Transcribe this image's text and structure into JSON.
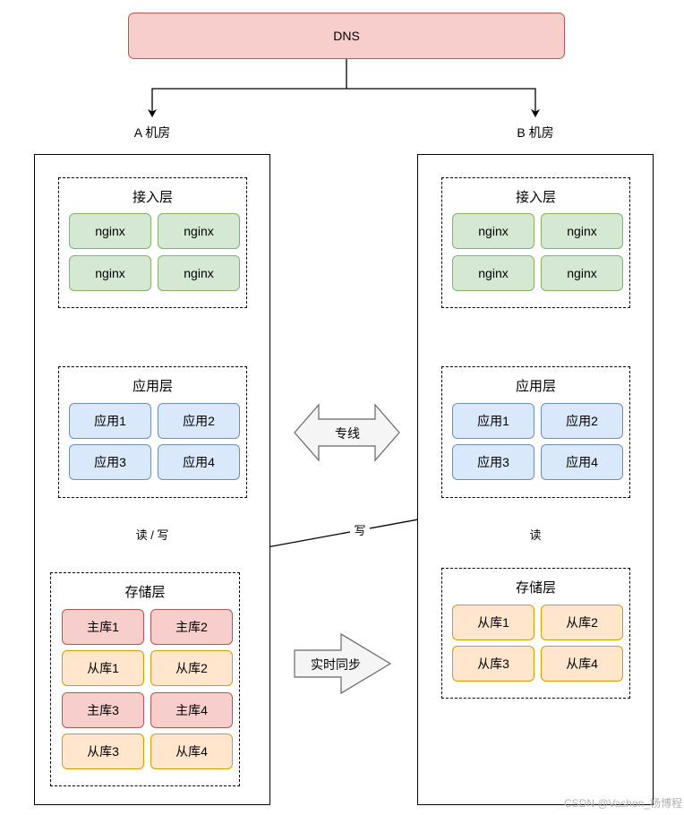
{
  "dns": {
    "label": "DNS"
  },
  "rooms": {
    "a": {
      "label": "A 机房"
    },
    "b": {
      "label": "B 机房"
    }
  },
  "room_a": {
    "access": {
      "title": "接入层",
      "items": [
        "nginx",
        "nginx",
        "nginx",
        "nginx"
      ]
    },
    "app": {
      "title": "应用层",
      "items": [
        "应用1",
        "应用2",
        "应用3",
        "应用4"
      ]
    },
    "storage": {
      "title": "存储层",
      "items": [
        "主库1",
        "主库2",
        "从库1",
        "从库2",
        "主库3",
        "主库4",
        "从库3",
        "从库4"
      ]
    },
    "rw_label": "读 / 写"
  },
  "room_b": {
    "access": {
      "title": "接入层",
      "items": [
        "nginx",
        "nginx",
        "nginx",
        "nginx"
      ]
    },
    "app": {
      "title": "应用层",
      "items": [
        "应用1",
        "应用2",
        "应用3",
        "应用4"
      ]
    },
    "storage": {
      "title": "存储层",
      "items": [
        "从库1",
        "从库2",
        "从库3",
        "从库4"
      ]
    },
    "read_label": "读",
    "write_label": "写"
  },
  "links": {
    "dedicated_line": "专线",
    "realtime_sync": "实时同步"
  },
  "watermark": "CSDN @Vashon_杨博程",
  "colors": {
    "dns_fill": "#f8cecc",
    "nginx_fill": "#d5e8d4",
    "app_fill": "#dae8fc",
    "master_fill": "#f8cecc",
    "slave_fill": "#ffe6cc"
  }
}
